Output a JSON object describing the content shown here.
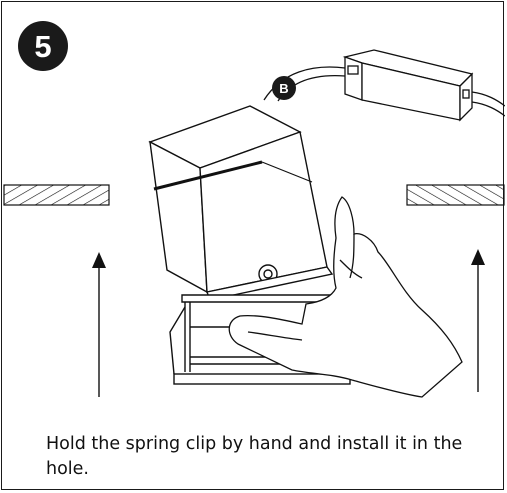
{
  "step": {
    "number": "5"
  },
  "callout": {
    "label": "B"
  },
  "instruction": {
    "text": "Hold the spring clip by hand and install it in the hole."
  },
  "colors": {
    "line": "#111111",
    "badge": "#1a1a1a",
    "badge_text": "#ffffff"
  }
}
